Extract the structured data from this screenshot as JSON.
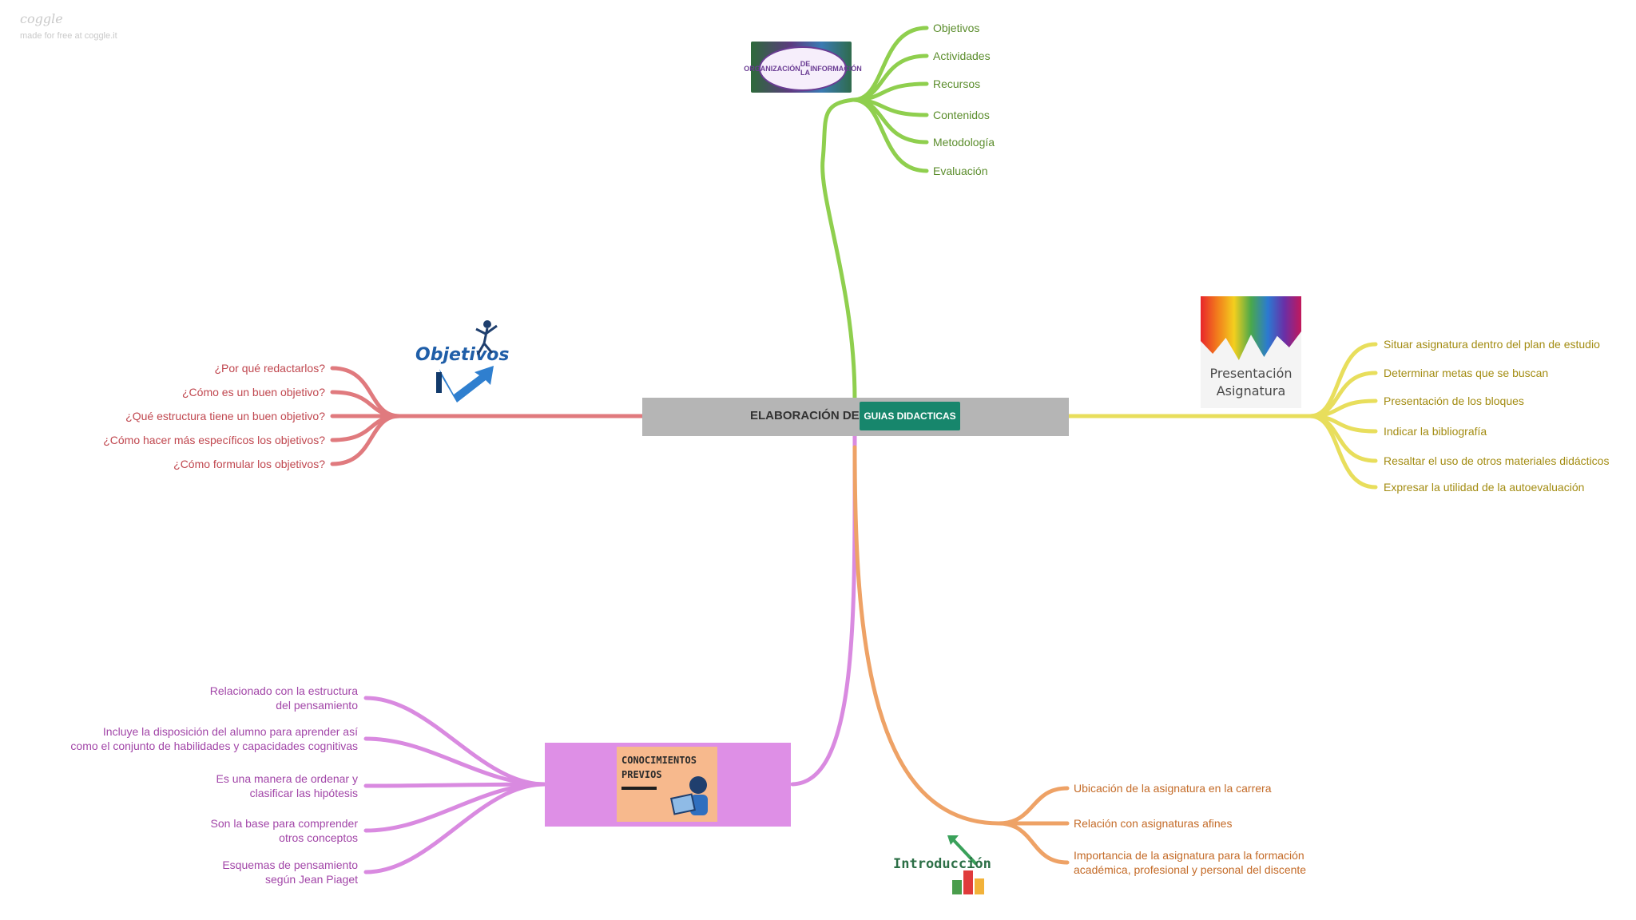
{
  "brand": {
    "logo": "coggle",
    "made": "made for free at coggle.it"
  },
  "central": {
    "title": "ELABORACIÓN DE",
    "badge": "GUIAS DIDACTICAS"
  },
  "colors": {
    "green": "#8fcf4e",
    "red": "#e07a7e",
    "yellow": "#e8de5c",
    "purple": "#d98ae0",
    "orange": "#eea266",
    "badge": "#17866c",
    "center": "#b5b5b5"
  },
  "branches": {
    "green": {
      "image": {
        "alt": "ORGANIZACIÓN DE LA INFORMACIÓN",
        "lines": [
          "ORGANIZACIÓN",
          "DE LA",
          "INFORMACIÓN"
        ]
      },
      "items": [
        "Objetivos",
        "Actividades",
        "Recursos",
        "Contenidos",
        "Metodología",
        "Evaluación"
      ]
    },
    "red": {
      "image": {
        "text": "Objetivos"
      },
      "items": [
        "¿Por qué redactarlos?",
        "¿Cómo es un buen objetivo?",
        "¿Qué estructura tiene un buen objetivo?",
        "¿Cómo hacer más específicos los objetivos?",
        "¿Cómo formular los objetivos?"
      ]
    },
    "yellow": {
      "image": {
        "lines": [
          "Presentación",
          "Asignatura"
        ]
      },
      "items": [
        "Situar asignatura dentro del plan de estudio",
        "Determinar metas que se buscan",
        "Presentación de los bloques",
        "Indicar la bibliografía",
        "Resaltar el uso de otros materiales didácticos",
        "Expresar la utilidad de la autoevaluación"
      ]
    },
    "purple": {
      "image": {
        "lines": [
          "CONOCIMIENTOS",
          "PREVIOS"
        ]
      },
      "items": [
        [
          "Relacionado con la estructura",
          "del pensamiento"
        ],
        [
          "Incluye la disposición del alumno para aprender así",
          "como el conjunto de habilidades y capacidades cognitivas"
        ],
        [
          "Es una manera de ordenar y",
          "clasificar las hipótesis"
        ],
        [
          "Son la base para comprender",
          "otros conceptos"
        ],
        [
          "Esquemas de pensamiento",
          "según Jean Piaget"
        ]
      ]
    },
    "orange": {
      "image": {
        "text": "Introducción"
      },
      "items": [
        [
          "Ubicación de la asignatura en la carrera"
        ],
        [
          "Relación con asignaturas afines"
        ],
        [
          "Importancia de la asignatura para la formación",
          "académica, profesional y personal del discente"
        ]
      ]
    }
  }
}
